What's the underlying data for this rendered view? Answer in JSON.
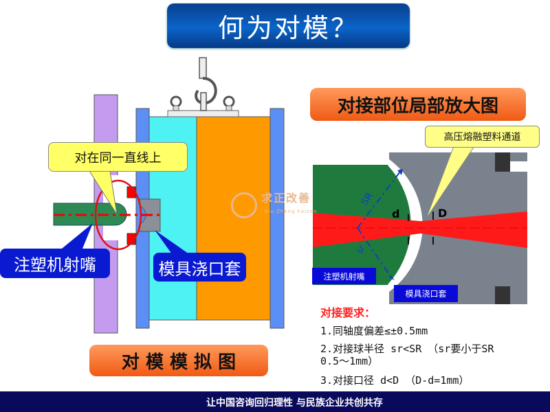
{
  "title": "何为对模？",
  "left_diagram": {
    "callout": "对在同一直线上",
    "nozzle_label": "注塑机射嘴",
    "sprue_label": "模具浇口套",
    "caption": "对 模 模 拟 图"
  },
  "right_diagram": {
    "title": "对接部位局部放大图",
    "callout": "高压熔融塑料通道",
    "nozzle_label": "注塑机射嘴",
    "sprue_label": "模具浇口套",
    "dim_d": "d",
    "dim_D": "D",
    "dim_SR": "SR",
    "dim_sr": "sr"
  },
  "requirements": {
    "heading": "对接要求：",
    "items": [
      "1.同轴度偏差≤±0.5mm",
      "2.对接球半径 sr<SR （sr要小于SR\n0.5～1mm）",
      "3.对接口径 d<D （D-d=1mm）"
    ]
  },
  "watermark": {
    "name": "求正改善",
    "pinyin": "Qiu Zheng kaizen"
  },
  "footer": "让中国咨询回归理性 与民族企业共创共存",
  "colors": {
    "title_blue": "#0a50b0",
    "label_blue": "#0a1ad0",
    "footer": "#0a0a5c",
    "accent_red": "#ff1a1a"
  }
}
